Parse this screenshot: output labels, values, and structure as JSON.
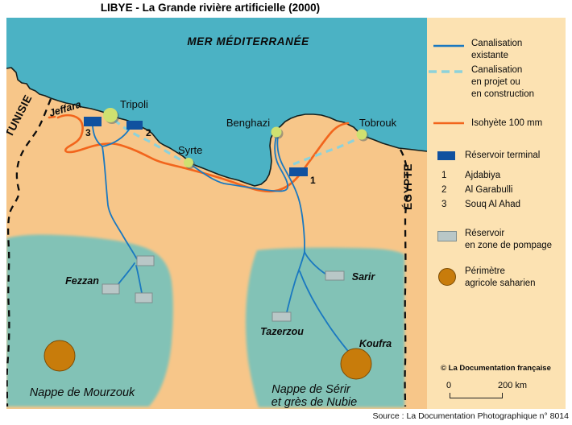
{
  "title": "LIBYE - La Grande rivière artificielle (2000)",
  "map": {
    "sea_label": "MER MÉDITERRANÉE",
    "countries": {
      "tunisia": "TUNISIE",
      "egypt": "ÉGYPTE"
    },
    "cities": {
      "tripoli": "Tripoli",
      "syrte": "Syrte",
      "benghazi": "Benghazi",
      "tobrouk": "Tobrouk"
    },
    "regions": {
      "jeffara": "Jeffara",
      "fezzan": "Fezzan",
      "sarir": "Sarir",
      "tazerzou": "Tazerzou",
      "koufra": "Koufra"
    },
    "aquifers": {
      "mourzouk": "Nappe de Mourzouk",
      "serir_line1": "Nappe de Sérir",
      "serir_line2": "et grès de Nubie"
    },
    "reservoir_numbers": {
      "r1": "1",
      "r2": "2",
      "r3": "3"
    }
  },
  "legend": {
    "existing": "Canalisation\nexistante",
    "projected": "Canalisation\nen projet ou\nen construction",
    "isohyete": "Isohyète 100 mm",
    "terminal": "Réservoir terminal",
    "terminal_items": [
      {
        "num": "1",
        "name": "Ajdabiya"
      },
      {
        "num": "2",
        "name": "Al Garabulli"
      },
      {
        "num": "3",
        "name": "Souq Al Ahad"
      }
    ],
    "pumping": "Réservoir\nen zone de pompage",
    "agri": "Périmètre\nagricole saharien"
  },
  "copyright": "© La Documentation française",
  "scale": {
    "zero": "0",
    "max": "200 km"
  },
  "source": "Source : La Documentation Photographique n° 8014",
  "colors": {
    "c-sea": "#4bb2c4",
    "c-land": "#f7c689",
    "c-legendbg": "#fce2b2",
    "c-aquifer": "#82c2b6",
    "c-reservoir": "#10519f",
    "c-pump": "#b9c7c7",
    "c-agri": "#c87c0b",
    "c-city": "#cfe170",
    "c-isohyete": "#f2651c",
    "c-pipe": "#1a78c0",
    "c-pipe-proj": "#8dd2da"
  }
}
